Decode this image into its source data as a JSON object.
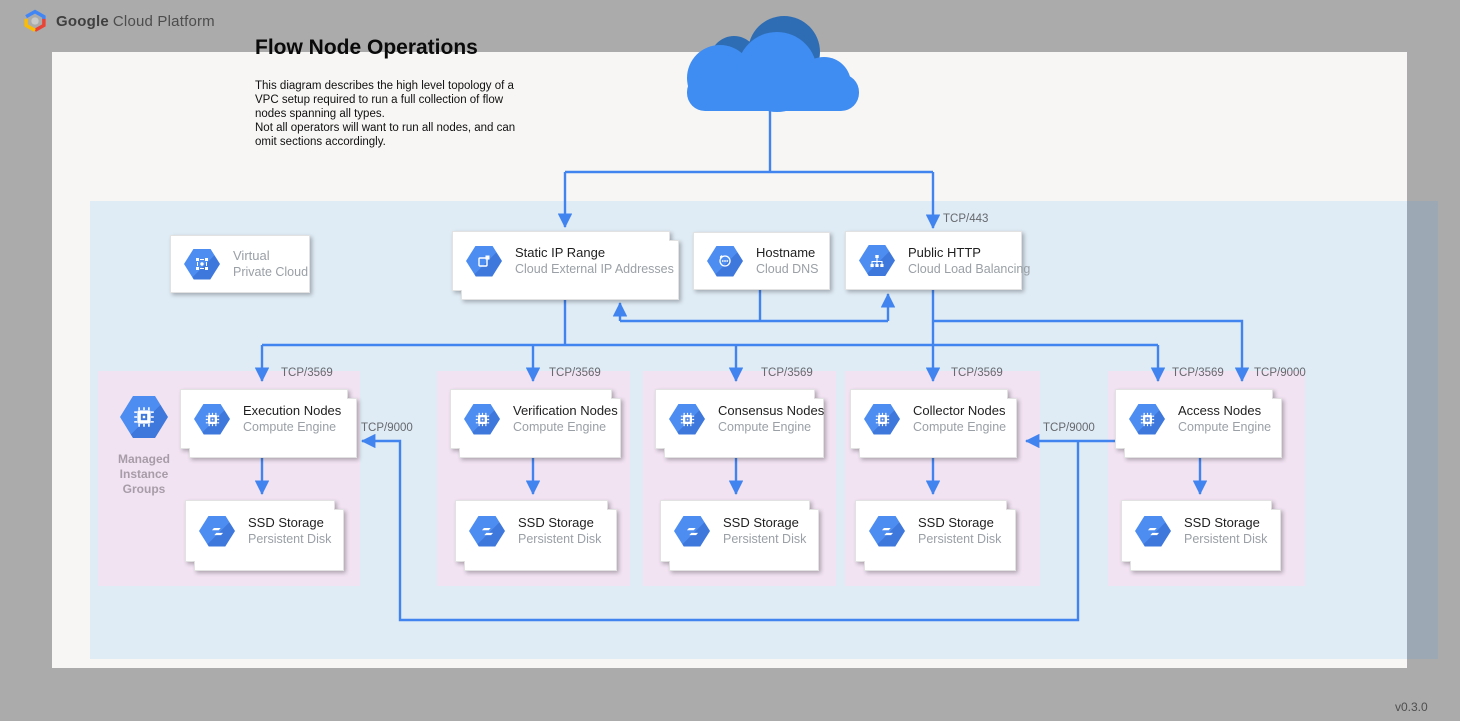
{
  "header": {
    "brand_bold": "Google",
    "brand_rest": "Cloud Platform"
  },
  "title": "Flow Node Operations",
  "description": {
    "p1": "This diagram describes the high level topology of a VPC setup required to run a full collection of flow nodes spanning all types.",
    "p2": "Not all operators will want to run all nodes, and can omit sections accordingly."
  },
  "version": "v0.3.0",
  "colors": {
    "accent": "#4184f0",
    "vpc_fill": "#e3f0fa",
    "group_fill": "#f2e3f3",
    "canvas": "#f7f6f4",
    "frame": "#ababab",
    "cloud_light": "#3f8df2",
    "cloud_dark": "#2e6db4"
  },
  "vpc_card": {
    "line1": "Virtual",
    "line2": "Private Cloud"
  },
  "top_cards": [
    {
      "title": "Static IP Range",
      "subtitle": "Cloud External IP Addresses"
    },
    {
      "title": "Hostname",
      "subtitle": "Cloud DNS"
    },
    {
      "title": "Public HTTP",
      "subtitle": "Cloud Load Balancing"
    }
  ],
  "mig_label": "Managed Instance Groups",
  "groups": [
    {
      "compute": {
        "title": "Execution Nodes",
        "subtitle": "Compute Engine"
      },
      "ssd": {
        "title": "SSD Storage",
        "subtitle": "Persistent Disk"
      }
    },
    {
      "compute": {
        "title": "Verification Nodes",
        "subtitle": "Compute Engine"
      },
      "ssd": {
        "title": "SSD Storage",
        "subtitle": "Persistent Disk"
      }
    },
    {
      "compute": {
        "title": "Consensus Nodes",
        "subtitle": "Compute Engine"
      },
      "ssd": {
        "title": "SSD Storage",
        "subtitle": "Persistent Disk"
      }
    },
    {
      "compute": {
        "title": "Collector Nodes",
        "subtitle": "Compute Engine"
      },
      "ssd": {
        "title": "SSD Storage",
        "subtitle": "Persistent Disk"
      }
    },
    {
      "compute": {
        "title": "Access Nodes",
        "subtitle": "Compute Engine"
      },
      "ssd": {
        "title": "SSD Storage",
        "subtitle": "Persistent Disk"
      }
    }
  ],
  "port_labels": [
    {
      "id": "lb-in",
      "text": "TCP/443"
    },
    {
      "id": "execution-in",
      "text": "TCP/3569"
    },
    {
      "id": "verification-in",
      "text": "TCP/3569"
    },
    {
      "id": "consensus-in",
      "text": "TCP/3569"
    },
    {
      "id": "collector-in",
      "text": "TCP/3569"
    },
    {
      "id": "access-in",
      "text": "TCP/3569"
    },
    {
      "id": "access-in-2",
      "text": "TCP/9000"
    },
    {
      "id": "execution-9000",
      "text": "TCP/9000"
    },
    {
      "id": "collector-9000",
      "text": "TCP/9000"
    }
  ]
}
